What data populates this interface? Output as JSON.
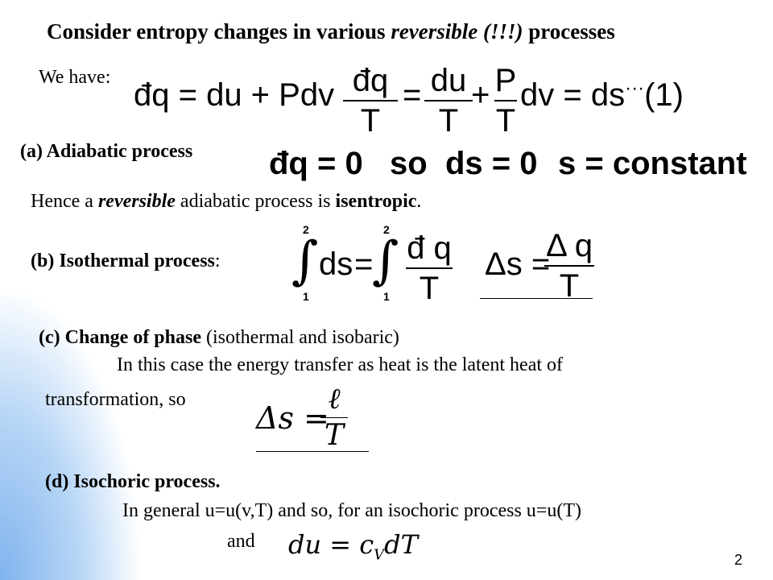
{
  "title": {
    "before": "Consider entropy changes in various ",
    "italic": "reversible (!!!)",
    "after": " processes"
  },
  "we_have": "We have:",
  "eq1": {
    "lhs": "đq = du + Pdv",
    "frac1_num": "đq",
    "frac1_den": "T",
    "eq_sign": "=",
    "frac2_num": "du",
    "frac2_den": "T",
    "plus": "+",
    "frac3_num": "P",
    "frac3_den": "T",
    "tail": "dv = ds",
    "dots": "···",
    "label": "(1)"
  },
  "a": {
    "heading": "(a) Adiabatic process",
    "eq_part1": "đq = 0",
    "eq_so": "so",
    "eq_part2": "ds = 0",
    "eq_part3": "s = constant",
    "hence_1": "Hence a ",
    "hence_reversible": "reversible",
    "hence_2": " adiabatic process is ",
    "hence_isentropic": "isentropic",
    "hence_3": "."
  },
  "b": {
    "heading_bold": "(b) Isothermal process",
    "heading_colon": ":",
    "upper_limit": "2",
    "lower_limit": "1",
    "ds": "ds",
    "eq_sign": "=",
    "frac_num": "đ q",
    "frac_den": "T",
    "delta_s": "Δs =",
    "delta_num": "Δ q",
    "delta_den": "T"
  },
  "c": {
    "heading_bold": "(c) Change of phase",
    "heading_rest": " (isothermal  and isobaric)",
    "line2": "In this case the energy transfer as heat is the latent heat of",
    "line3": "transformation,  so",
    "delta_s": "Δs =",
    "num": "ℓ",
    "den": "T"
  },
  "d": {
    "heading": "(d) Isochoric process.",
    "line2": "In general   u=u(v,T)  and so, for an isochoric process u=u(T)",
    "and": "and",
    "eq": "du = c",
    "eq_sub": "V",
    "eq_tail": "dT"
  },
  "page_number": "2",
  "colors": {
    "gradient_blue": "#8fbdf0",
    "background": "#ffffff"
  }
}
